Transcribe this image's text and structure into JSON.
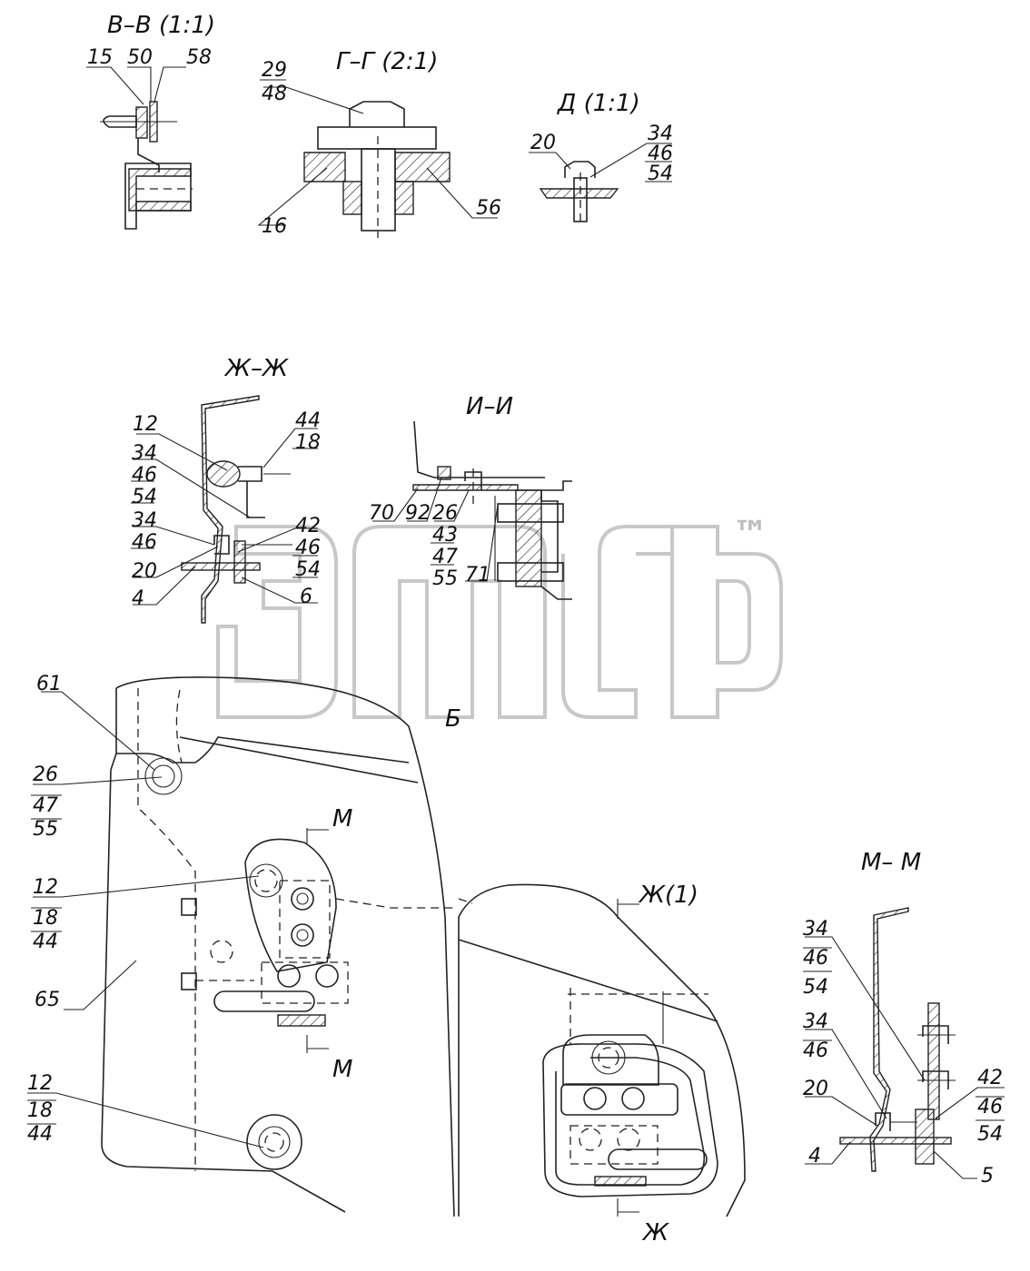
{
  "sections": {
    "vv": "В–В (1:1)",
    "gg": "Г–Г (2:1)",
    "d": "Д (1:1)",
    "zhzh": "Ж–Ж",
    "ii": "И–И",
    "mm": "М– М",
    "b": "Б",
    "m_top": "М",
    "m_bot": "М",
    "zh1": "Ж(1)",
    "zh": "Ж"
  },
  "labels": {
    "vv_15": "15",
    "vv_50": "50",
    "vv_58": "58",
    "gg_29": "29",
    "gg_48": "48",
    "gg_16": "16",
    "gg_56": "56",
    "d_20": "20",
    "d_34": "34",
    "d_46": "46",
    "d_54": "54",
    "zz_12": "12",
    "zz_44": "44",
    "zz_18": "18",
    "zz_34a": "34",
    "zz_46a": "46",
    "zz_54a": "54",
    "zz_34b": "34",
    "zz_46b": "46",
    "zz_42": "42",
    "zz_46c": "46",
    "zz_54c": "54",
    "zz_20": "20",
    "zz_4": "4",
    "zz_6": "6",
    "ii_70": "70",
    "ii_92": "92",
    "ii_26": "26",
    "ii_43": "43",
    "ii_47": "47",
    "ii_55": "55",
    "ii_71": "71",
    "m_61": "61",
    "m_26": "26",
    "m_47": "47",
    "m_55": "55",
    "m_12a": "12",
    "m_18a": "18",
    "m_44a": "44",
    "m_65": "65",
    "m_12b": "12",
    "m_18b": "18",
    "m_44b": "44",
    "mm_34a": "34",
    "mm_46a": "46",
    "mm_54a": "54",
    "mm_34b": "34",
    "mm_46b": "46",
    "mm_20": "20",
    "mm_4": "4",
    "mm_42": "42",
    "mm_46c": "46",
    "mm_54c": "54",
    "mm_5": "5"
  },
  "watermark": {
    "text": "™"
  }
}
